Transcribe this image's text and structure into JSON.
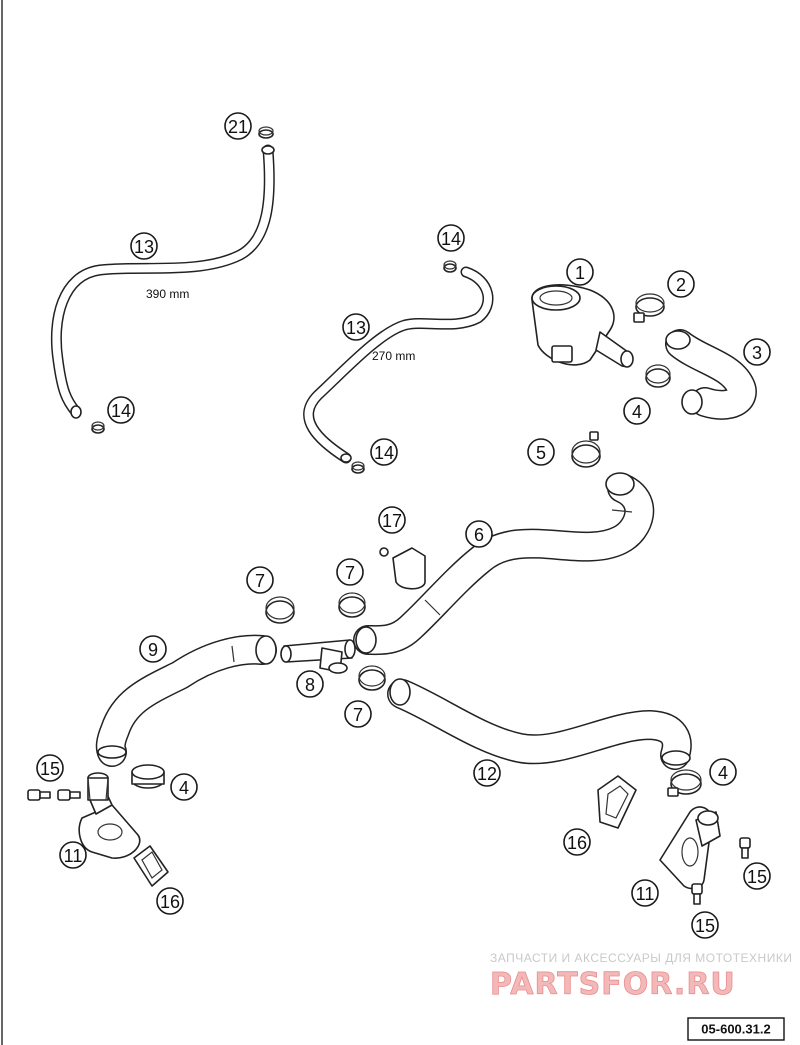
{
  "callouts": [
    {
      "label": "21"
    },
    {
      "label": "13"
    },
    {
      "label": "14"
    },
    {
      "label": "14"
    },
    {
      "label": "13"
    },
    {
      "label": "14"
    },
    {
      "label": "1"
    },
    {
      "label": "2"
    },
    {
      "label": "3"
    },
    {
      "label": "4"
    },
    {
      "label": "5"
    },
    {
      "label": "17"
    },
    {
      "label": "6"
    },
    {
      "label": "7"
    },
    {
      "label": "7"
    },
    {
      "label": "9"
    },
    {
      "label": "8"
    },
    {
      "label": "7"
    },
    {
      "label": "12"
    },
    {
      "label": "15"
    },
    {
      "label": "4"
    },
    {
      "label": "11"
    },
    {
      "label": "16"
    },
    {
      "label": "4"
    },
    {
      "label": "16"
    },
    {
      "label": "15"
    },
    {
      "label": "11"
    },
    {
      "label": "15"
    }
  ],
  "dimensions": {
    "hose_long": "390 mm",
    "hose_short": "270 mm"
  },
  "watermark": {
    "tagline": "ЗАПЧАСТИ И АКСЕССУАРЫ ДЛЯ МОТОТЕХНИКИ",
    "logo": "PARTSFOR.RU"
  },
  "diagram_code": "05-600.31.2",
  "colors": {
    "line": "#222222",
    "watermark_logo": "#e98d8d"
  }
}
